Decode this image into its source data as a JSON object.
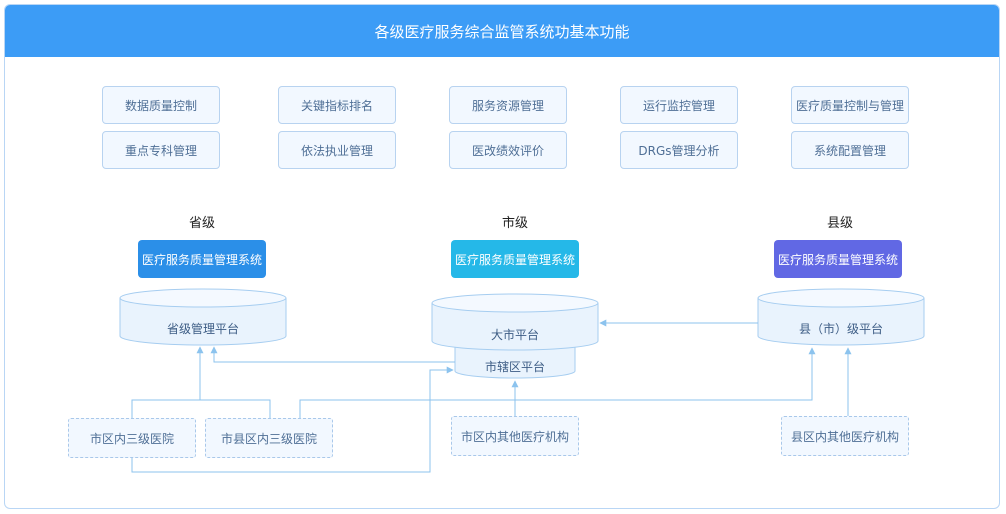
{
  "title": "各级医疗服务综合监管系统功基本功能",
  "functions": [
    "数据质量控制",
    "关键指标排名",
    "服务资源管理",
    "运行监控管理",
    "医疗质量控制与管理",
    "重点专科管理",
    "依法执业管理",
    "医改绩效评价",
    "DRGs管理分析",
    "系统配置管理"
  ],
  "levels": {
    "province": {
      "label": "省级",
      "system": "医疗服务质量管理系统",
      "platform": "省级管理平台"
    },
    "city": {
      "label": "市级",
      "system": "医疗服务质量管理系统",
      "platform": "大市平台",
      "sub_platform": "市辖区平台"
    },
    "county": {
      "label": "县级",
      "system": "医疗服务质量管理系统",
      "platform": "县（市）级平台"
    }
  },
  "sources": {
    "city_tertiary": "市区内三级医院",
    "county_tertiary": "市县区内三级医院",
    "city_other": "市区内其他医疗机构",
    "county_other": "县区内其他医疗机构"
  },
  "colors": {
    "header": "#3c9cf6",
    "province_system": "#2b8fe8",
    "city_system": "#25b8e8",
    "county_system": "#6168e4",
    "line": "#8cc3ee",
    "db_fill": "#e9f3fd",
    "db_stroke": "#a6cdf0"
  }
}
